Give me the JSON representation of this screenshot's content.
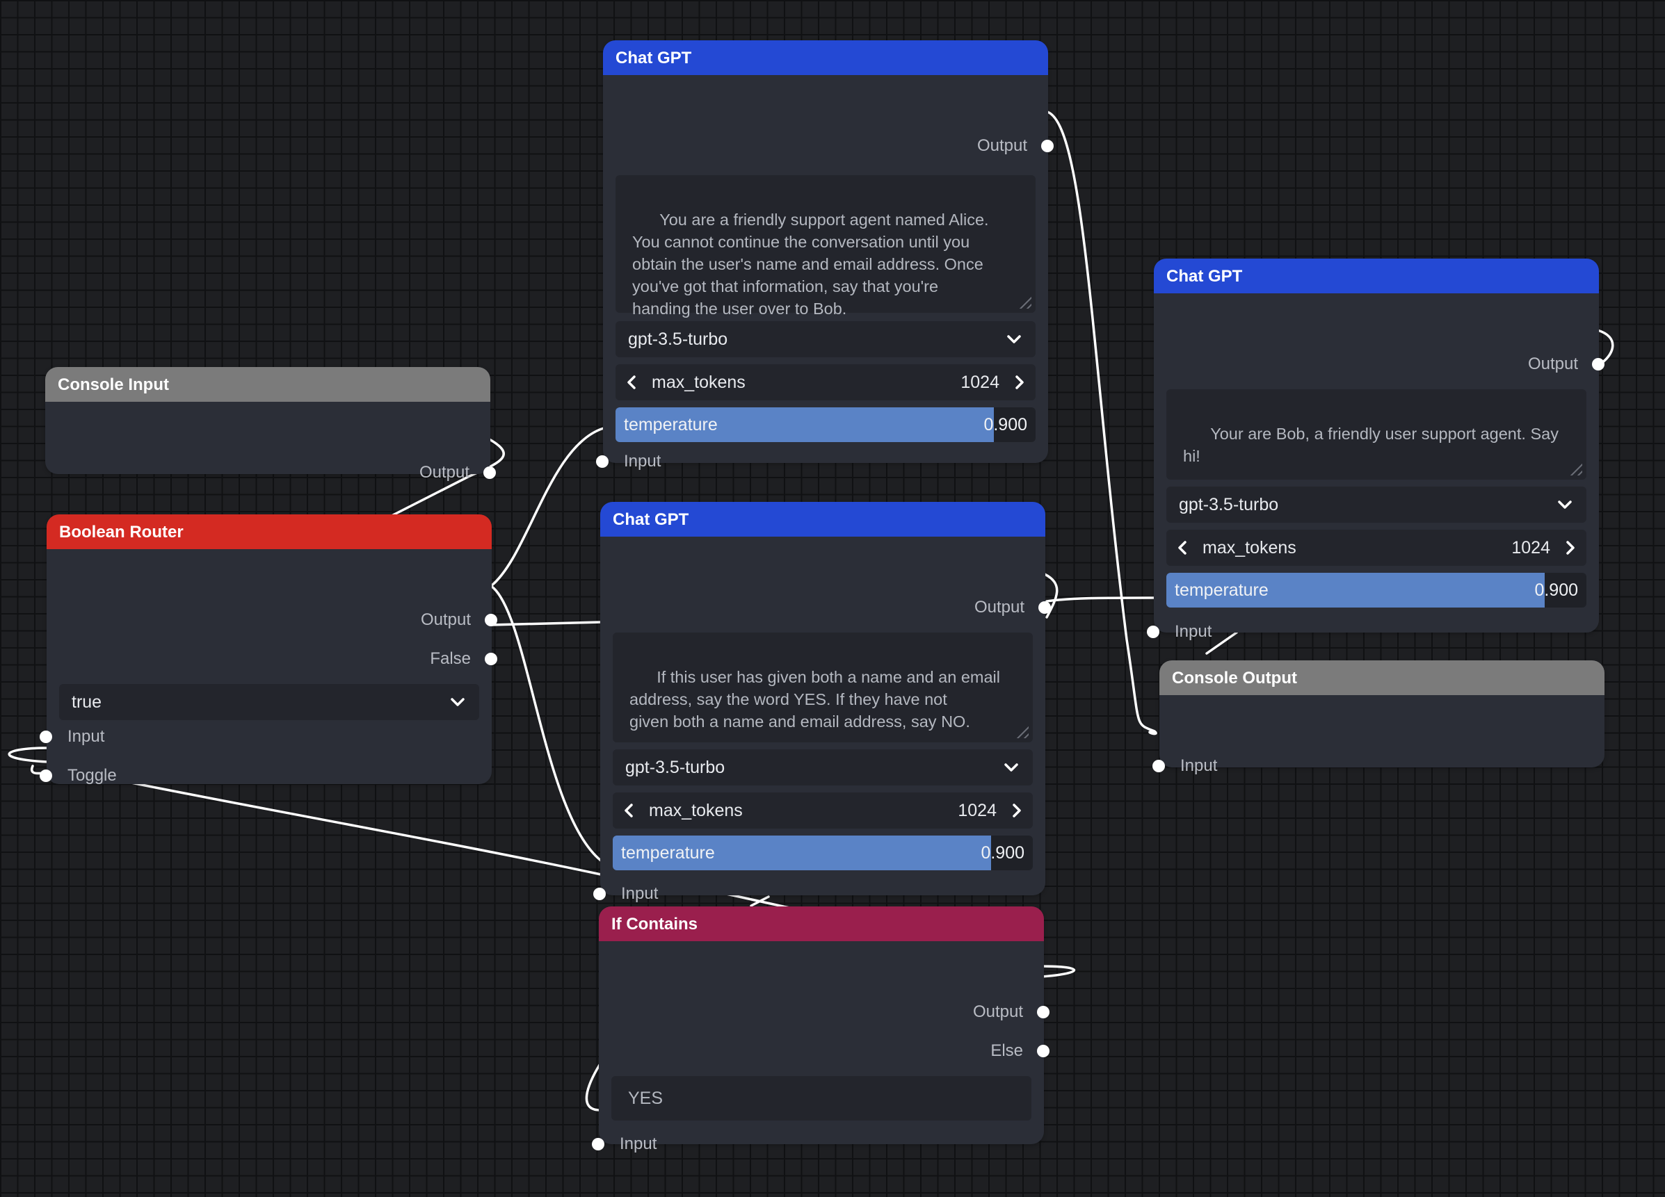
{
  "colors": {
    "chat_header": "#2449d4",
    "console_header": "#7b7b7b",
    "router_header": "#d42a22",
    "contains_header": "#9a1f4d",
    "node_bg": "#2b2e37",
    "slider_fill": "#5a83c6"
  },
  "icons": {
    "dropdown": "chevron-down-icon",
    "decrement": "chevron-left-icon",
    "increment": "chevron-right-icon"
  },
  "nodes": {
    "chat_alice": {
      "title": "Chat GPT",
      "output_label": "Output",
      "prompt": "You are a friendly support agent named Alice.\nYou cannot continue the conversation until you\nobtain the user's name and email address. Once\nyou've got that information, say that you're\nhanding the user over to Bob.",
      "model": "gpt-3.5-turbo",
      "max_tokens_label": "max_tokens",
      "max_tokens_value": "1024",
      "temperature_label": "temperature",
      "temperature_value": "0.900",
      "temperature_fraction": 0.9,
      "input_label": "Input"
    },
    "chat_check": {
      "title": "Chat GPT",
      "output_label": "Output",
      "prompt": "If this user has given both a name and an email\naddress, say the word YES. If they have not\ngiven both a name and email address, say NO.",
      "model": "gpt-3.5-turbo",
      "max_tokens_label": "max_tokens",
      "max_tokens_value": "1024",
      "temperature_label": "temperature",
      "temperature_value": "0.900",
      "temperature_fraction": 0.9,
      "input_label": "Input"
    },
    "chat_bob": {
      "title": "Chat GPT",
      "output_label": "Output",
      "prompt": "Your are Bob, a friendly user support agent. Say\nhi!",
      "model": "gpt-3.5-turbo",
      "max_tokens_label": "max_tokens",
      "max_tokens_value": "1024",
      "temperature_label": "temperature",
      "temperature_value": "0.900",
      "temperature_fraction": 0.9,
      "input_label": "Input"
    },
    "console_input": {
      "title": "Console Input",
      "output_label": "Output"
    },
    "boolean_router": {
      "title": "Boolean Router",
      "output_label": "Output",
      "false_label": "False",
      "value": "true",
      "input_label": "Input",
      "toggle_label": "Toggle"
    },
    "console_output": {
      "title": "Console Output",
      "input_label": "Input"
    },
    "if_contains": {
      "title": "If Contains",
      "output_label": "Output",
      "else_label": "Else",
      "match_text": "YES",
      "input_label": "Input"
    }
  }
}
